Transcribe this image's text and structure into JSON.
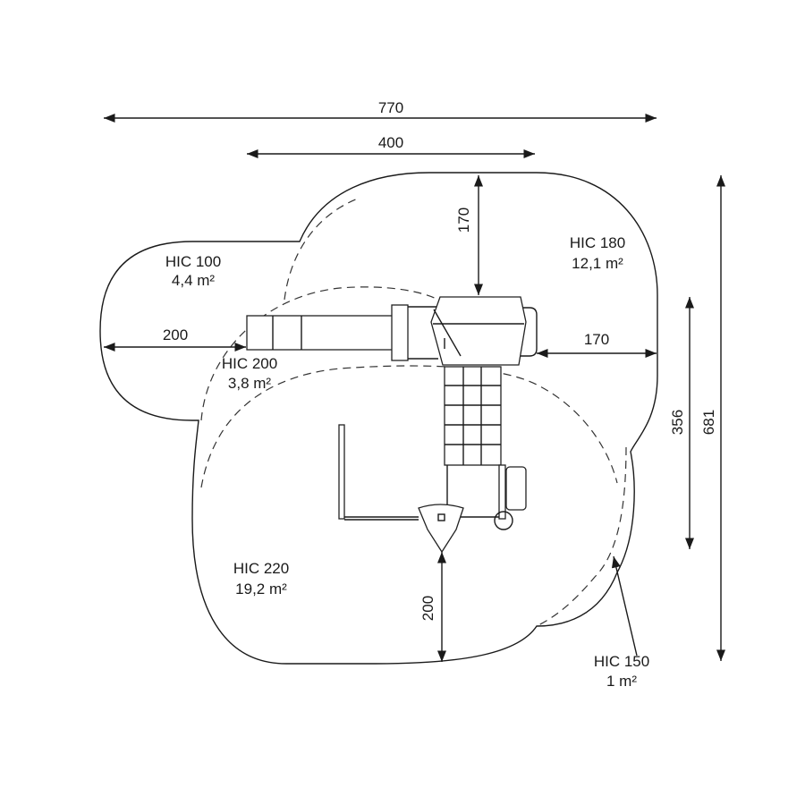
{
  "dimensions": {
    "overall_width": "770",
    "structure_width": "400",
    "top_clearance": "170",
    "right_clearance": "170",
    "left_clearance": "200",
    "bottom_clearance": "200",
    "structure_depth": "356",
    "overall_depth": "681"
  },
  "zones": [
    {
      "hic": "HIC 100",
      "area": "4,4 m²"
    },
    {
      "hic": "HIC 180",
      "area": "12,1 m²"
    },
    {
      "hic": "HIC 200",
      "area": "3,8 m²"
    },
    {
      "hic": "HIC 220",
      "area": "19,2 m²"
    },
    {
      "hic": "HIC 150",
      "area": "1 m²"
    }
  ]
}
